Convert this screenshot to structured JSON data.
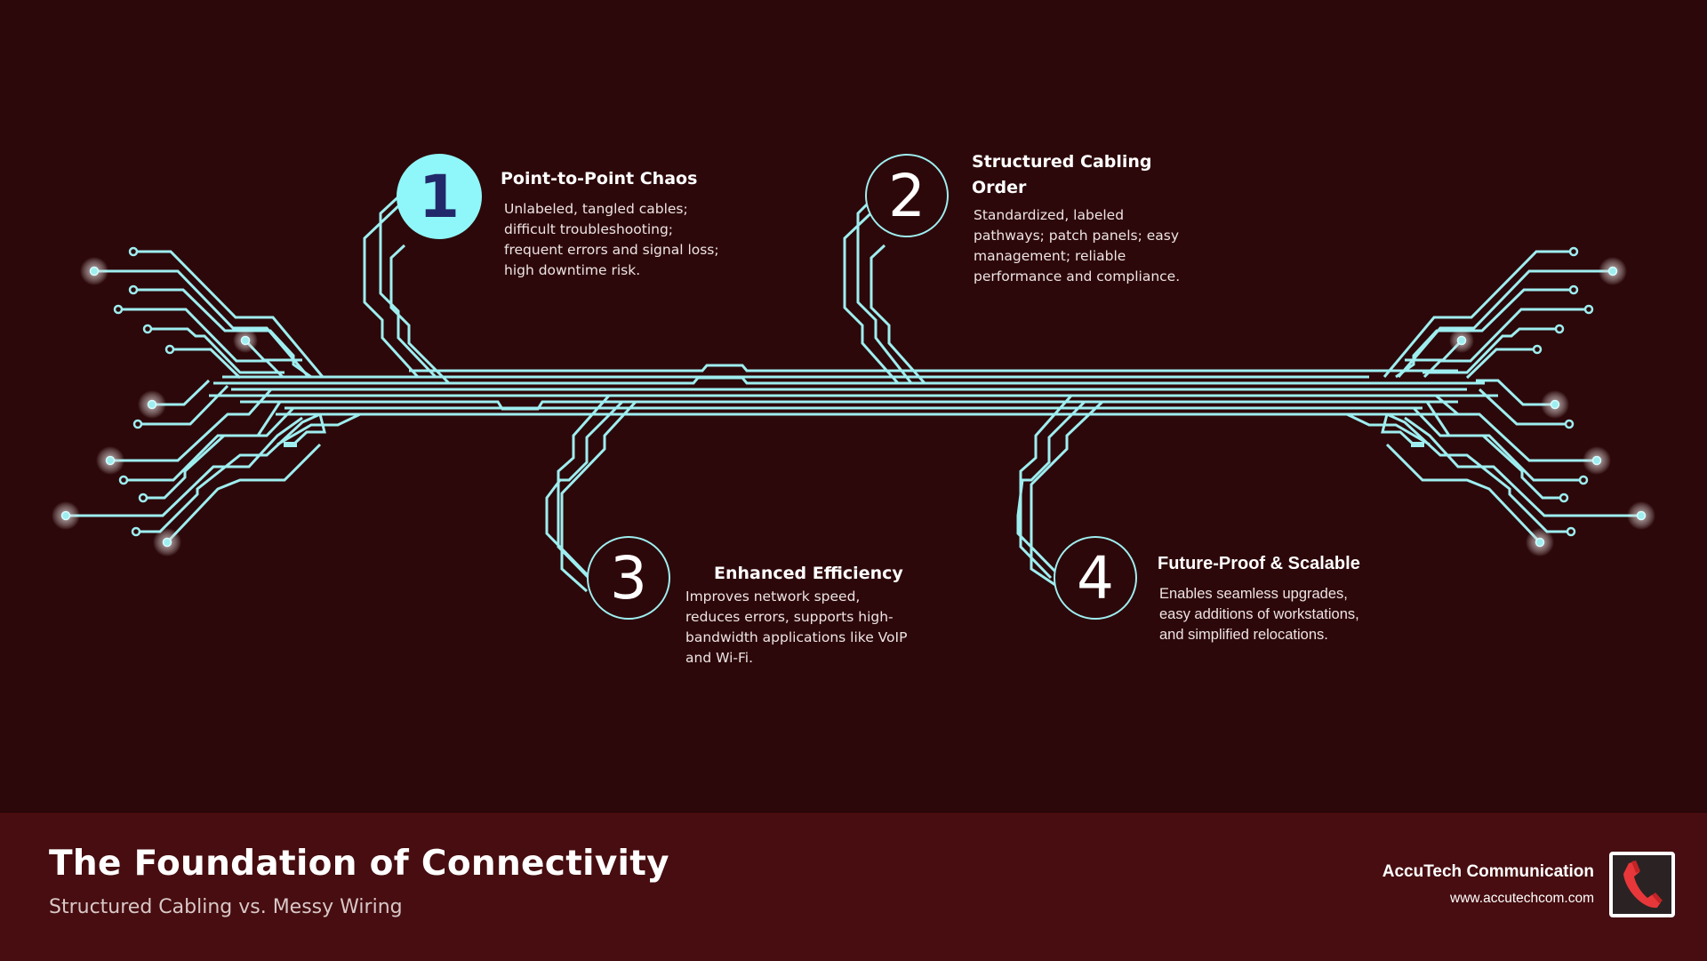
{
  "diagram": {
    "colors": {
      "background": "#2d080a",
      "trace": "#9eeef0",
      "active_circle": "#8ff7f9",
      "active_number": "#22296a",
      "footer_background": "#470d10",
      "phone_icon": "#e8373a"
    },
    "steps": [
      {
        "number": "1",
        "title": "Point-to-Point Chaos",
        "description": "Unlabeled, tangled cables; difficult troubleshooting; frequent errors and signal loss; high downtime risk.",
        "highlighted": true
      },
      {
        "number": "2",
        "title": "Structured Cabling Order",
        "description": "Standardized, labeled pathways; patch panels; easy management; reliable performance and compliance.",
        "highlighted": false
      },
      {
        "number": "3",
        "title": "Enhanced Efficiency",
        "description": "Improves network speed, reduces errors, supports high-bandwidth applications like VoIP and Wi-Fi.",
        "highlighted": false
      },
      {
        "number": "4",
        "title": "Future-Proof & Scalable",
        "description": "Enables seamless upgrades, easy additions of workstations, and simplified relocations.",
        "highlighted": false
      }
    ],
    "decoration": {
      "left_fanout_icon": "circuit-trace-icon",
      "right_fanout_icon": "circuit-trace-icon",
      "glow_node_icon": "glowing-node-icon"
    }
  },
  "footer": {
    "title": "The Foundation of Connectivity",
    "subtitle": "Structured Cabling vs. Messy Wiring",
    "brand": {
      "name": "AccuTech Communication",
      "url": "www.accutechcom.com",
      "logo_icon": "phone-handset-icon"
    }
  }
}
